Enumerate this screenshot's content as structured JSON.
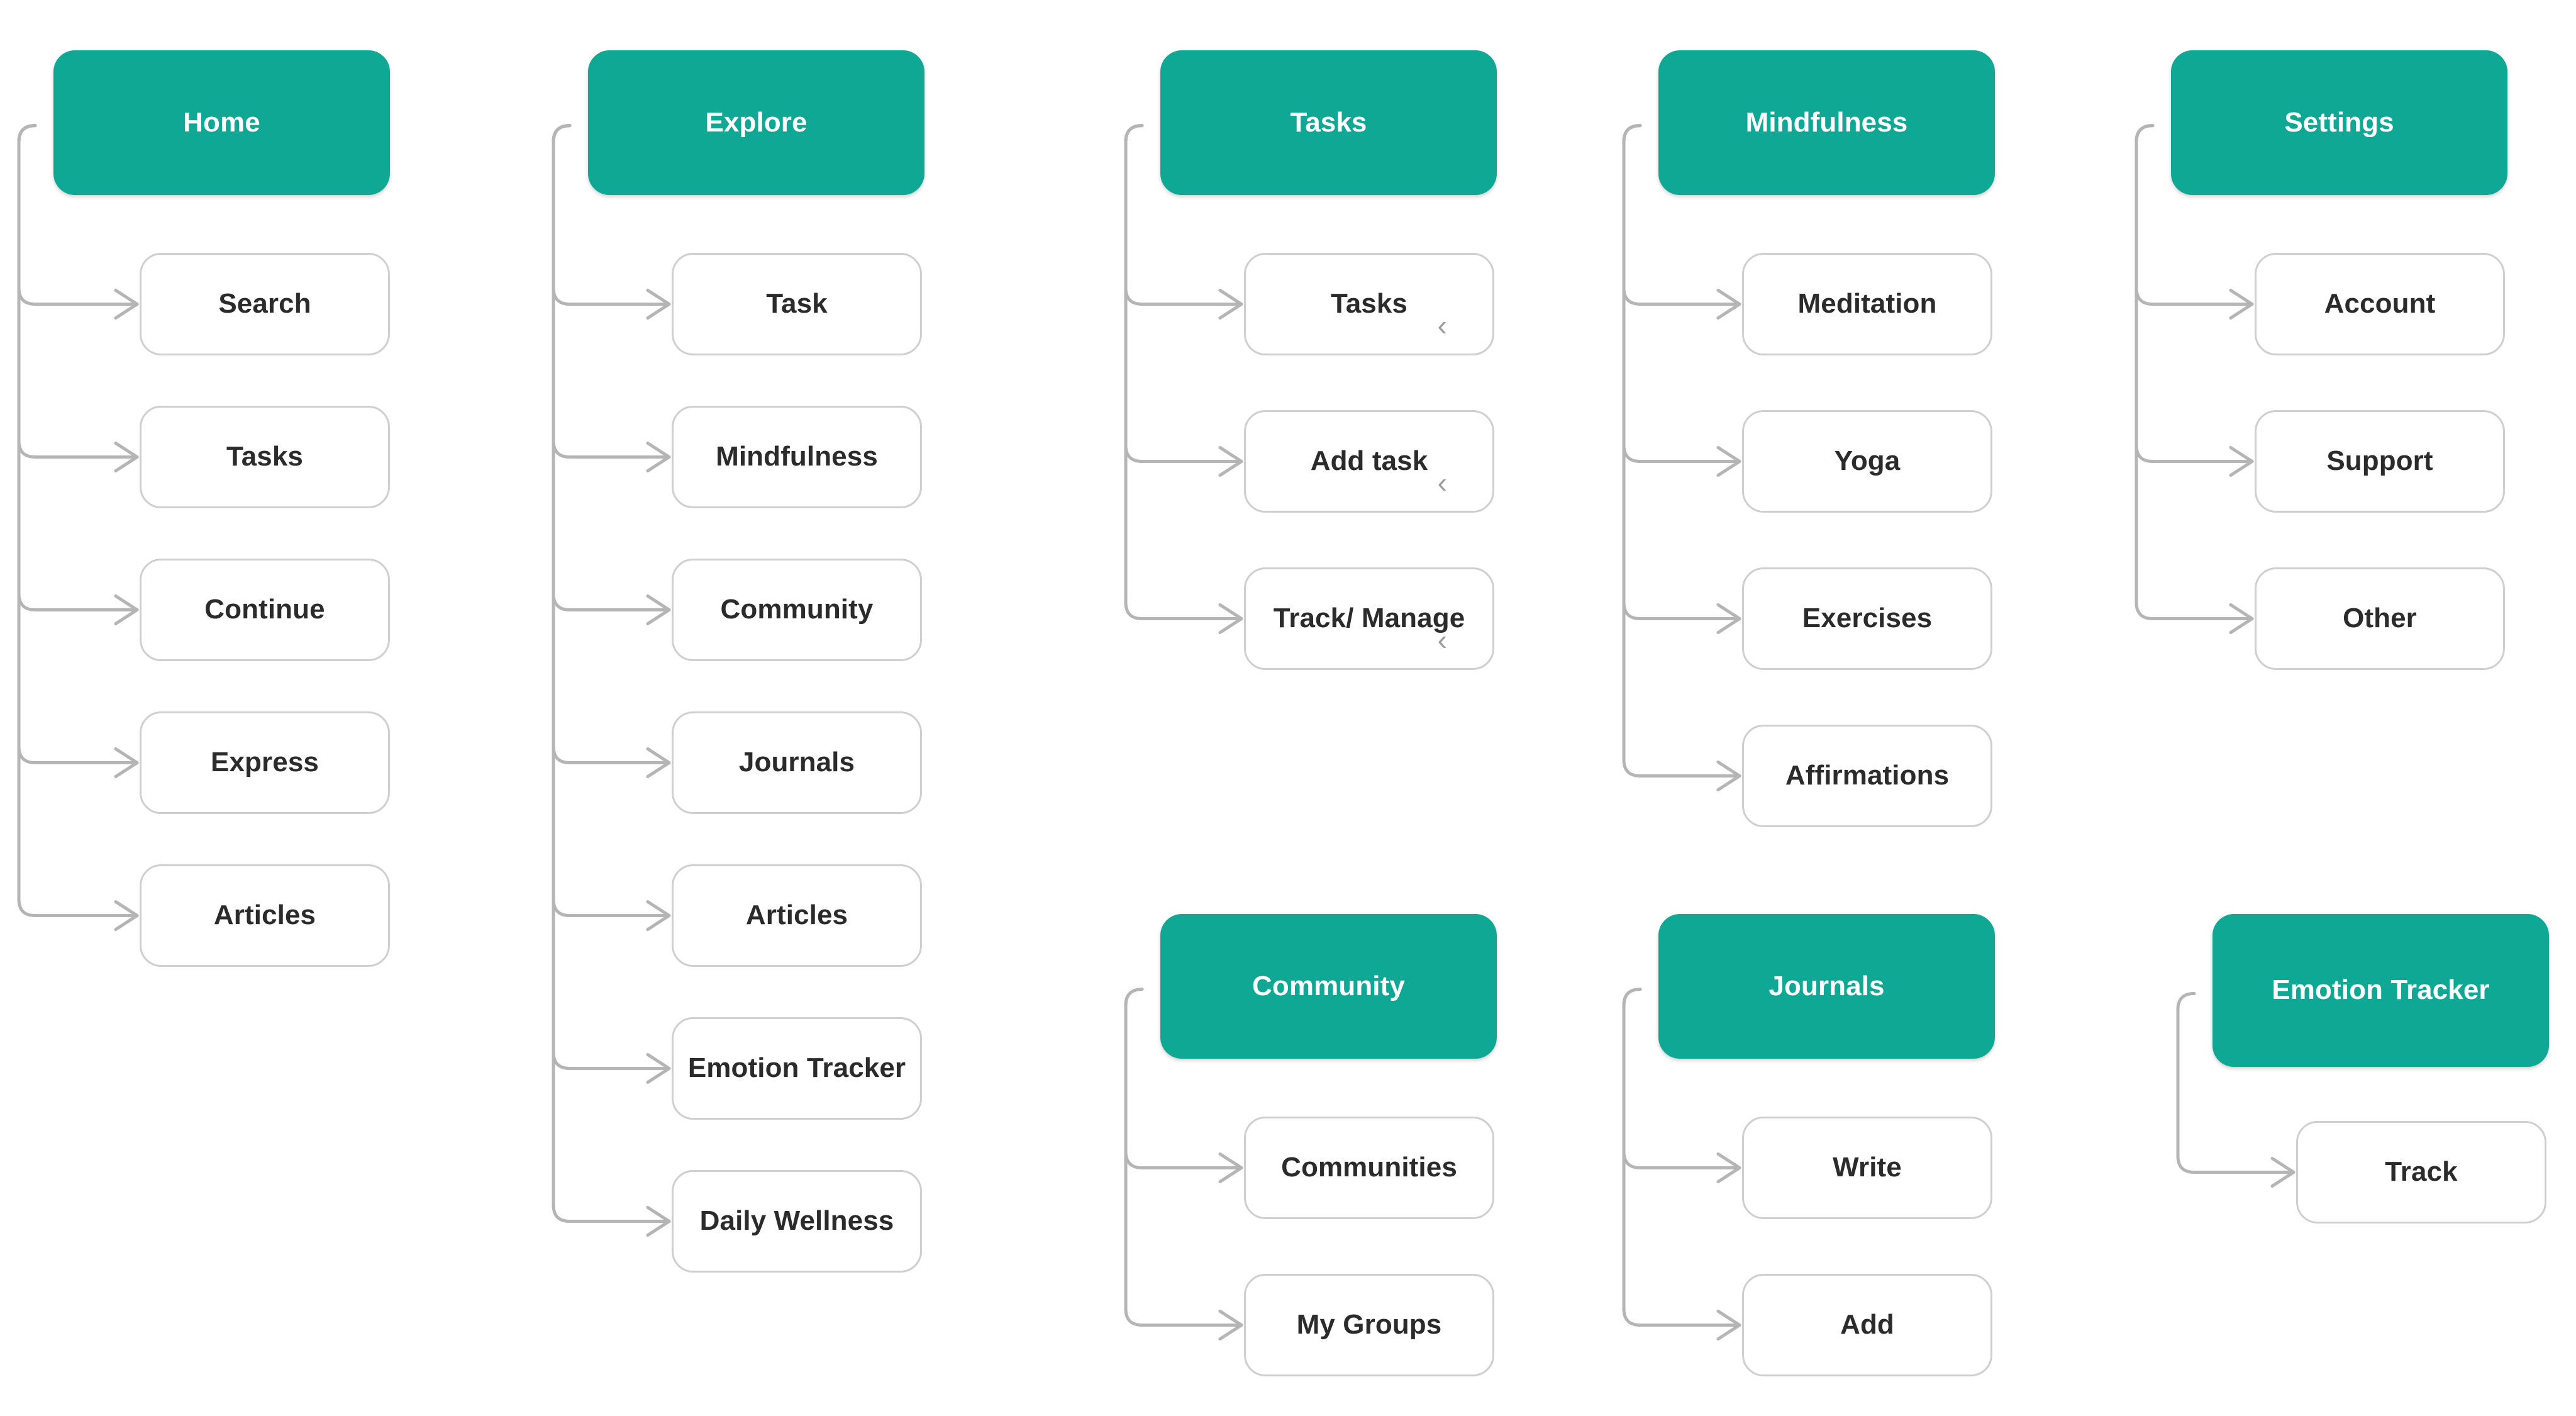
{
  "diagram": {
    "title": "Mobile app navigation sitemap",
    "theme": {
      "root_fill": "#0FA894",
      "root_text": "#FFFFFF",
      "child_fill": "#FFFFFF",
      "child_border": "#CFCFCF",
      "child_text": "#2B2B2B",
      "connector": "#B5B5B5",
      "background": "#FFFFFF"
    },
    "chevron_glyph": "‹"
  },
  "groups": [
    {
      "id": "home",
      "root": {
        "label": "Home"
      },
      "children": [
        {
          "label": "Search",
          "chevron": false
        },
        {
          "label": "Tasks",
          "chevron": false
        },
        {
          "label": "Continue",
          "chevron": false
        },
        {
          "label": "Express",
          "chevron": false
        },
        {
          "label": "Articles",
          "chevron": false
        }
      ]
    },
    {
      "id": "explore",
      "root": {
        "label": "Explore"
      },
      "children": [
        {
          "label": "Task",
          "chevron": false
        },
        {
          "label": "Mindfulness",
          "chevron": false
        },
        {
          "label": "Community",
          "chevron": false
        },
        {
          "label": "Journals",
          "chevron": false
        },
        {
          "label": "Articles",
          "chevron": false
        },
        {
          "label": "Emotion Tracker",
          "chevron": false
        },
        {
          "label": "Daily Wellness",
          "chevron": false
        }
      ]
    },
    {
      "id": "tasks",
      "root": {
        "label": "Tasks"
      },
      "children": [
        {
          "label": "Tasks",
          "chevron": true
        },
        {
          "label": "Add task",
          "chevron": true
        },
        {
          "label": "Track/ Manage",
          "chevron": true
        }
      ]
    },
    {
      "id": "mindfulness",
      "root": {
        "label": "Mindfulness"
      },
      "children": [
        {
          "label": "Meditation",
          "chevron": false
        },
        {
          "label": "Yoga",
          "chevron": false
        },
        {
          "label": "Exercises",
          "chevron": false
        },
        {
          "label": "Affirmations",
          "chevron": false
        }
      ]
    },
    {
      "id": "settings",
      "root": {
        "label": "Settings"
      },
      "children": [
        {
          "label": "Account",
          "chevron": false
        },
        {
          "label": "Support",
          "chevron": false
        },
        {
          "label": "Other",
          "chevron": false
        }
      ]
    },
    {
      "id": "community",
      "root": {
        "label": "Community"
      },
      "children": [
        {
          "label": "Communities",
          "chevron": false
        },
        {
          "label": "My Groups",
          "chevron": false
        }
      ]
    },
    {
      "id": "journals",
      "root": {
        "label": "Journals"
      },
      "children": [
        {
          "label": "Write",
          "chevron": false
        },
        {
          "label": "Add",
          "chevron": false
        }
      ]
    },
    {
      "id": "emotion-tracker",
      "root": {
        "label": "Emotion Tracker"
      },
      "children": [
        {
          "label": "Track",
          "chevron": false
        }
      ]
    }
  ]
}
